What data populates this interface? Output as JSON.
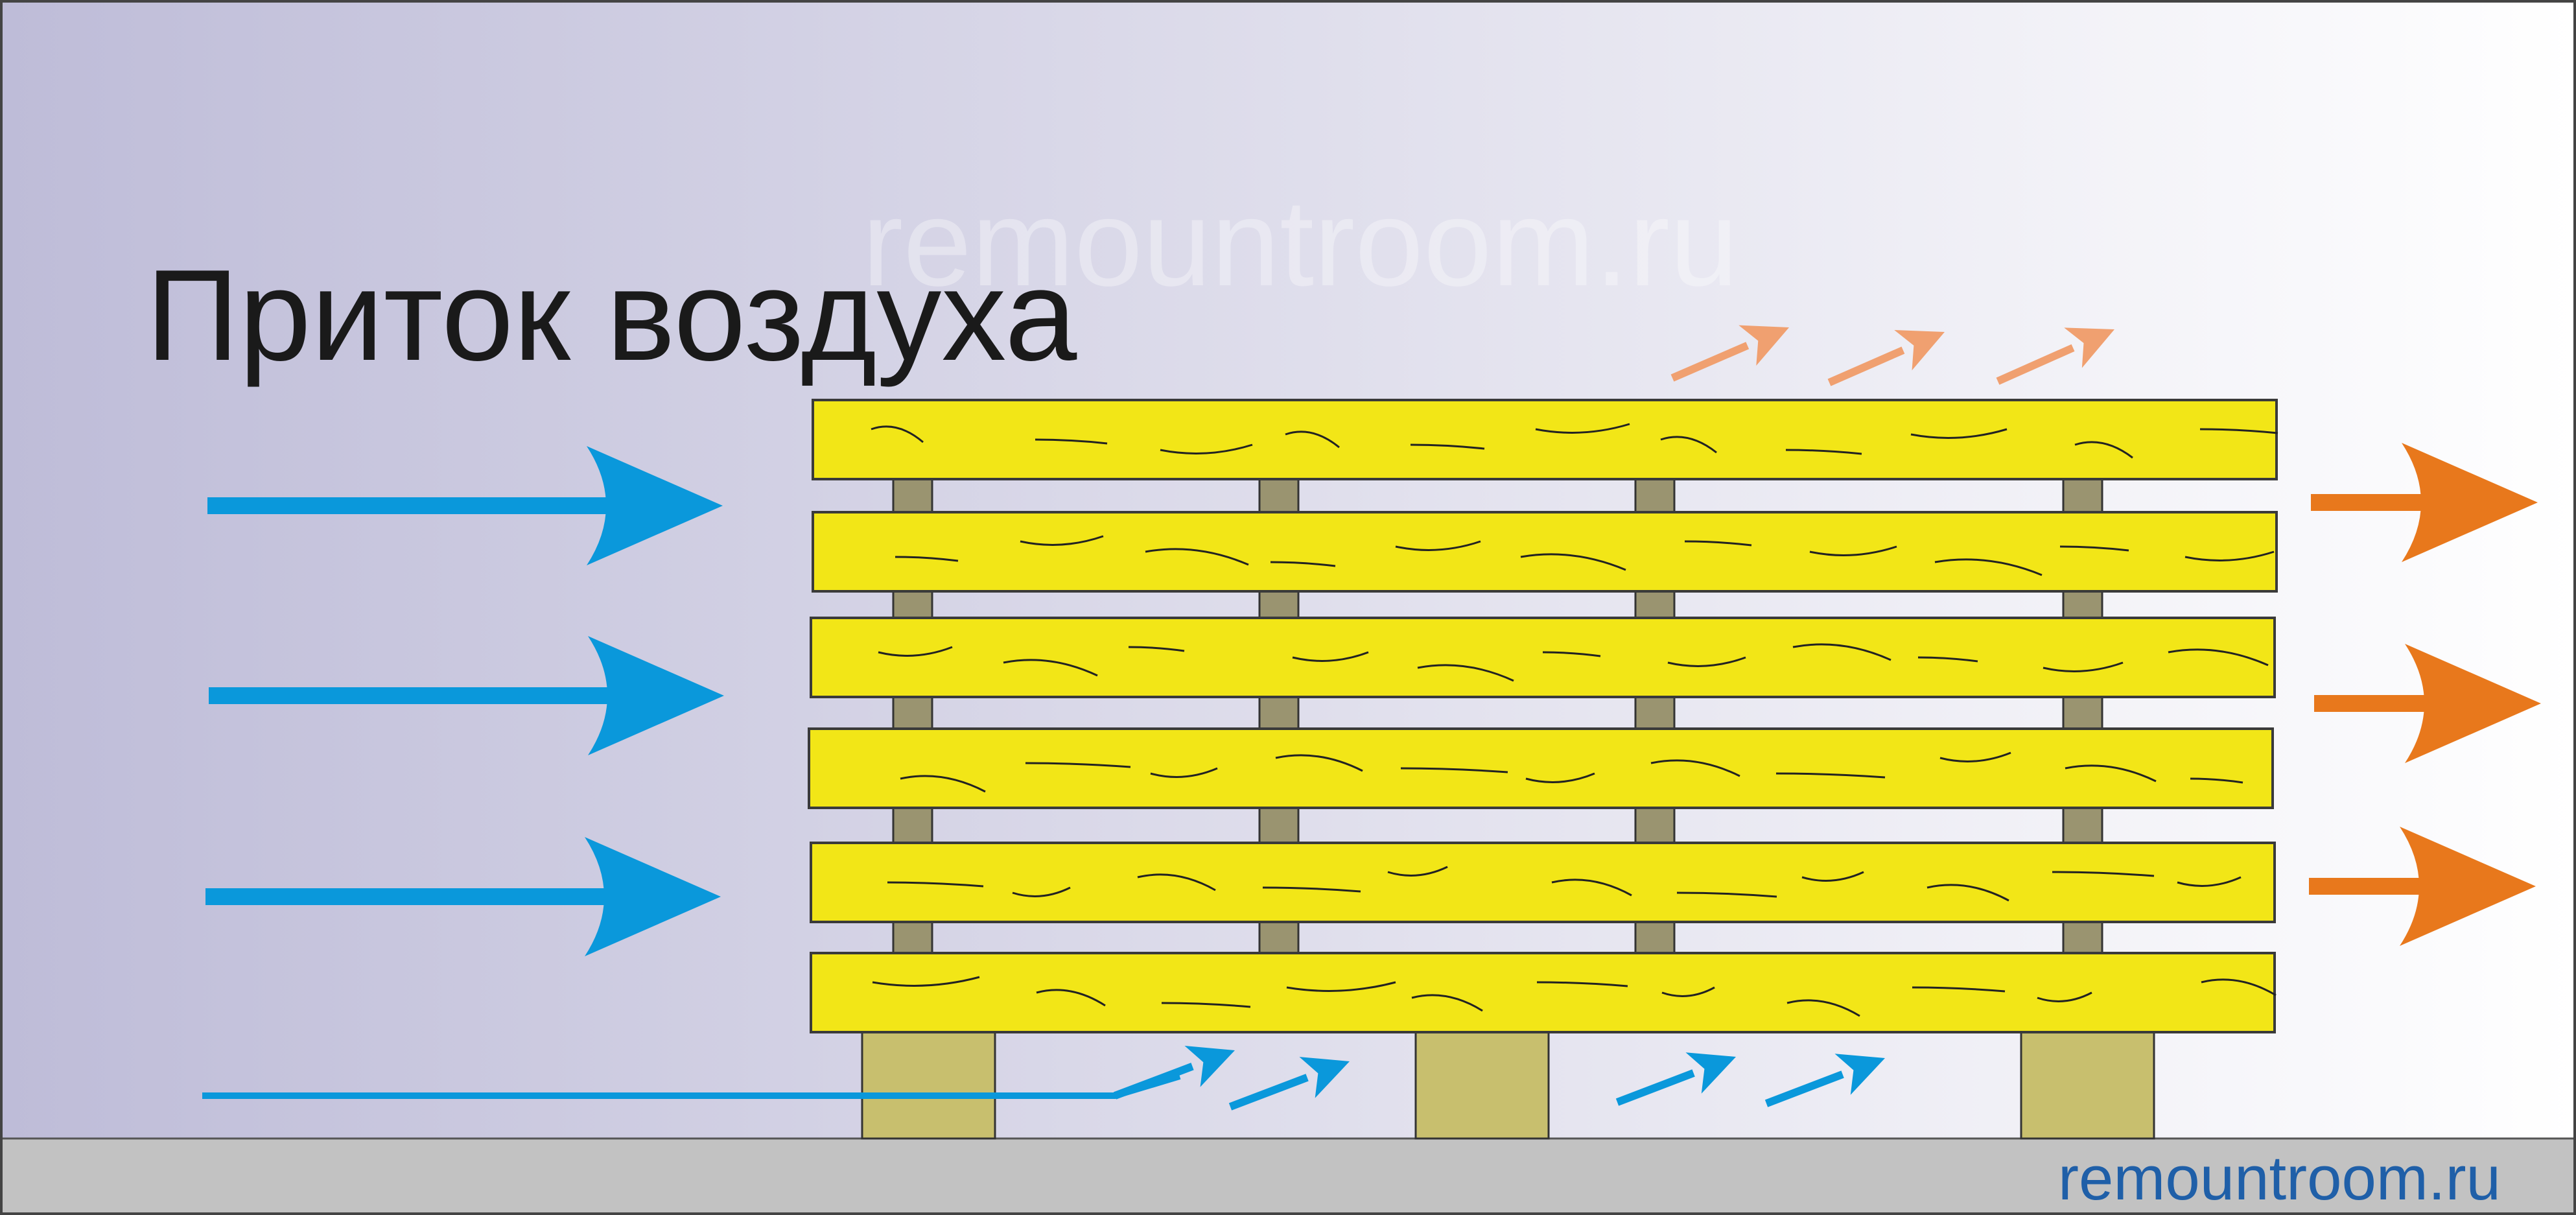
{
  "diagram": {
    "title": "Приток воздуха",
    "watermark": "remountroom.ru",
    "footer_brand": "remountroom.ru"
  },
  "colors": {
    "background_left": "#bebcd8",
    "background_right": "#ffffff",
    "ground": "#c2c2c2",
    "board_fill": "#f2e617",
    "board_stroke": "#3a3a3a",
    "spacer": "#9a9470",
    "support_block": "#c8bf6e",
    "inflow_arrow": "#0a98db",
    "outflow_arrow": "#e8781c",
    "rising_arrow": "#f0a070"
  },
  "icons": {
    "inflow": "arrow-right-icon",
    "outflow": "arrow-right-icon",
    "rising": "arrow-up-right-icon",
    "underflow": "arrow-up-right-icon"
  }
}
